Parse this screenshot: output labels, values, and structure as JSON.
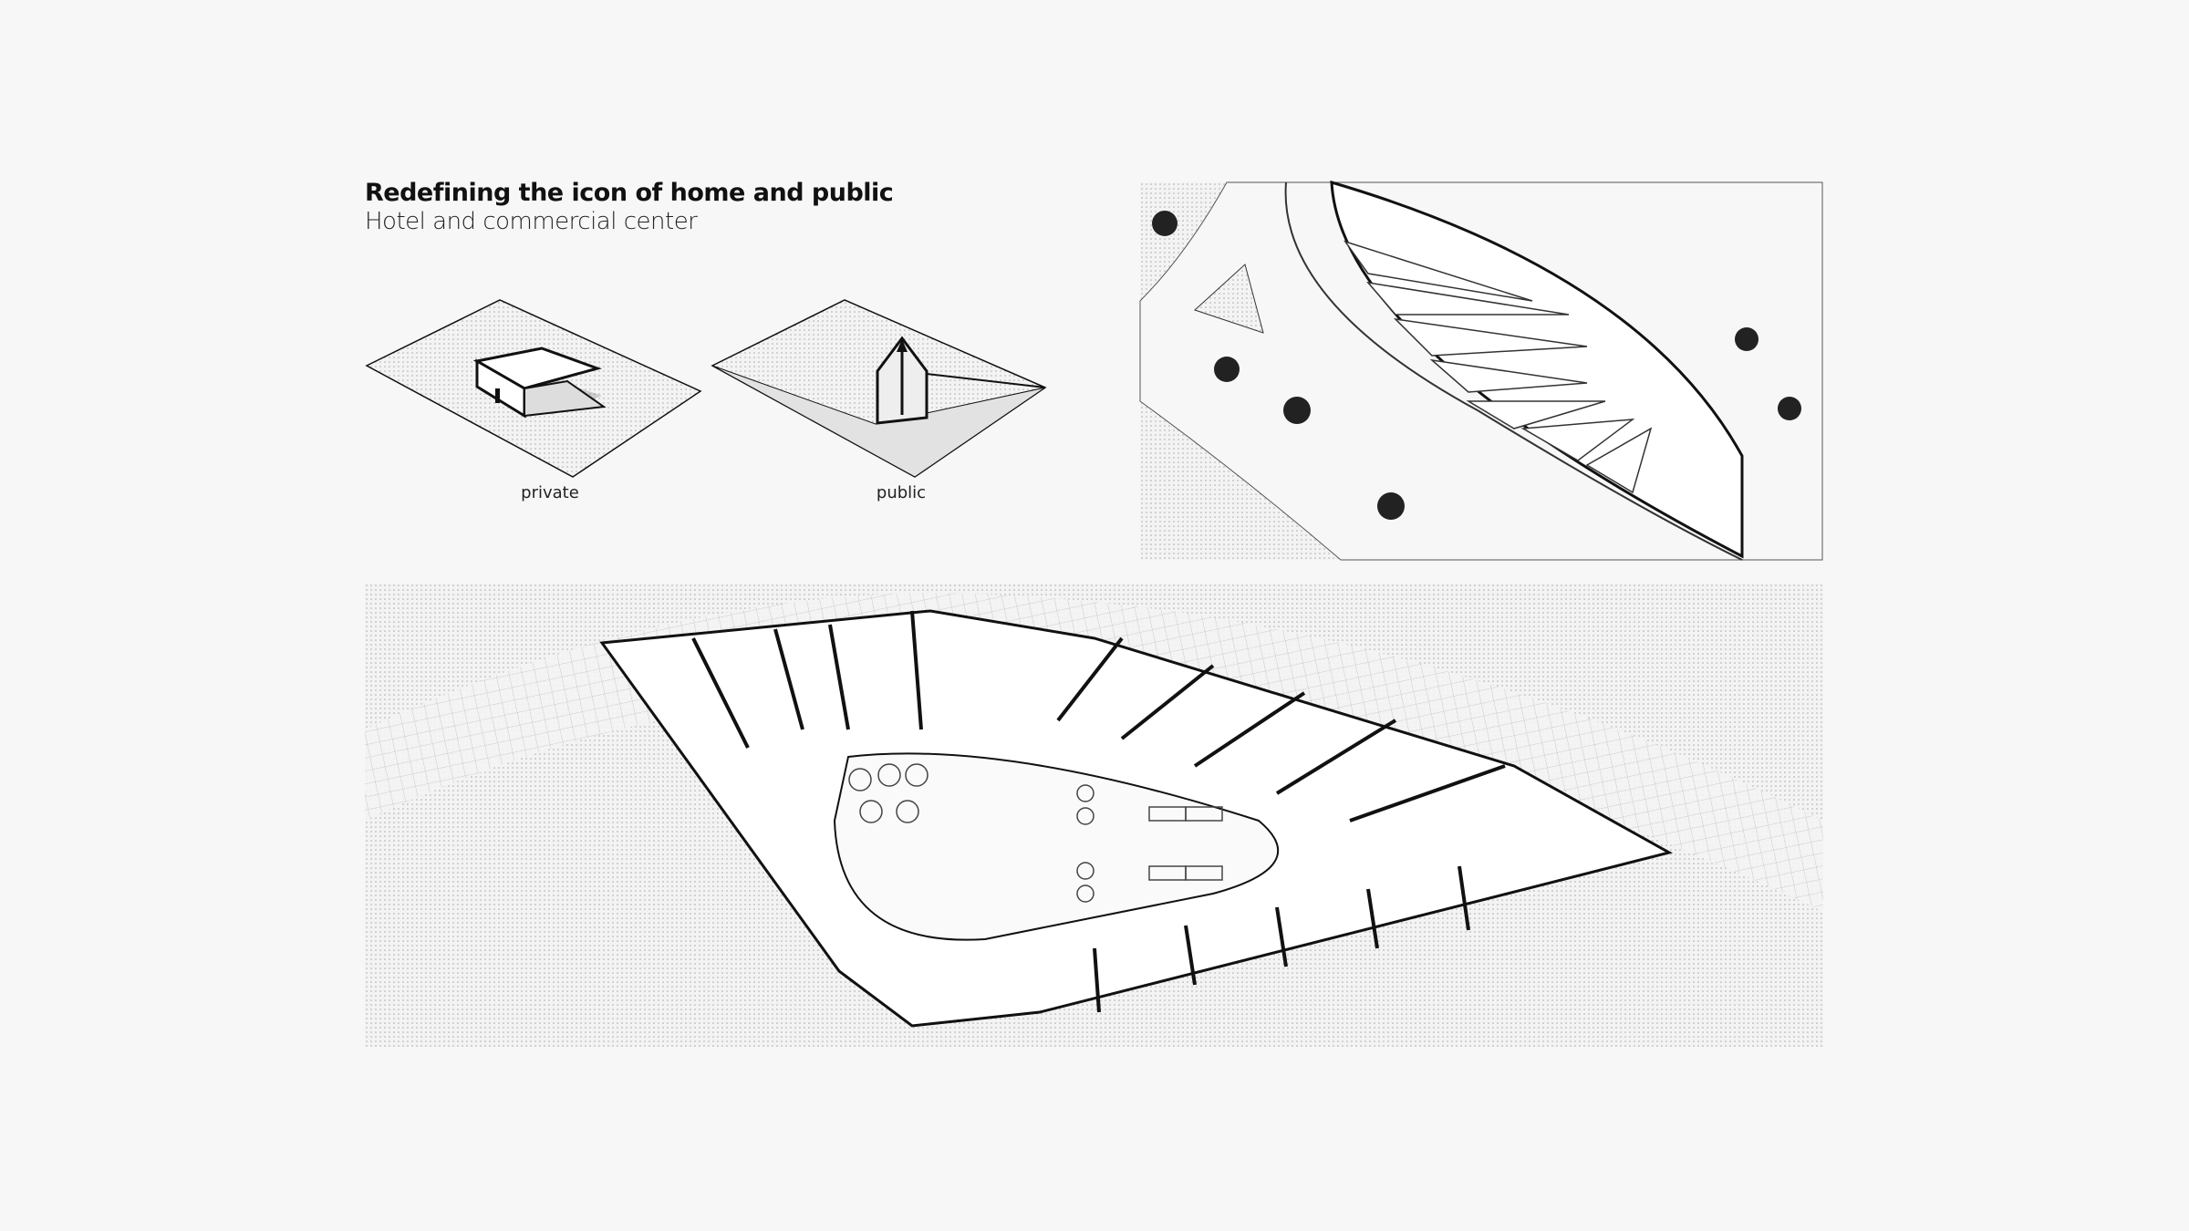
{
  "header": {
    "title": "Redefining the icon of home and public",
    "subtitle": "Hotel and commercial center"
  },
  "diagrams": [
    {
      "caption": "private"
    },
    {
      "caption": "public"
    }
  ],
  "colors": {
    "background": "#f7f7f7",
    "line": "#111111",
    "hatch": "#cfcfcf"
  }
}
